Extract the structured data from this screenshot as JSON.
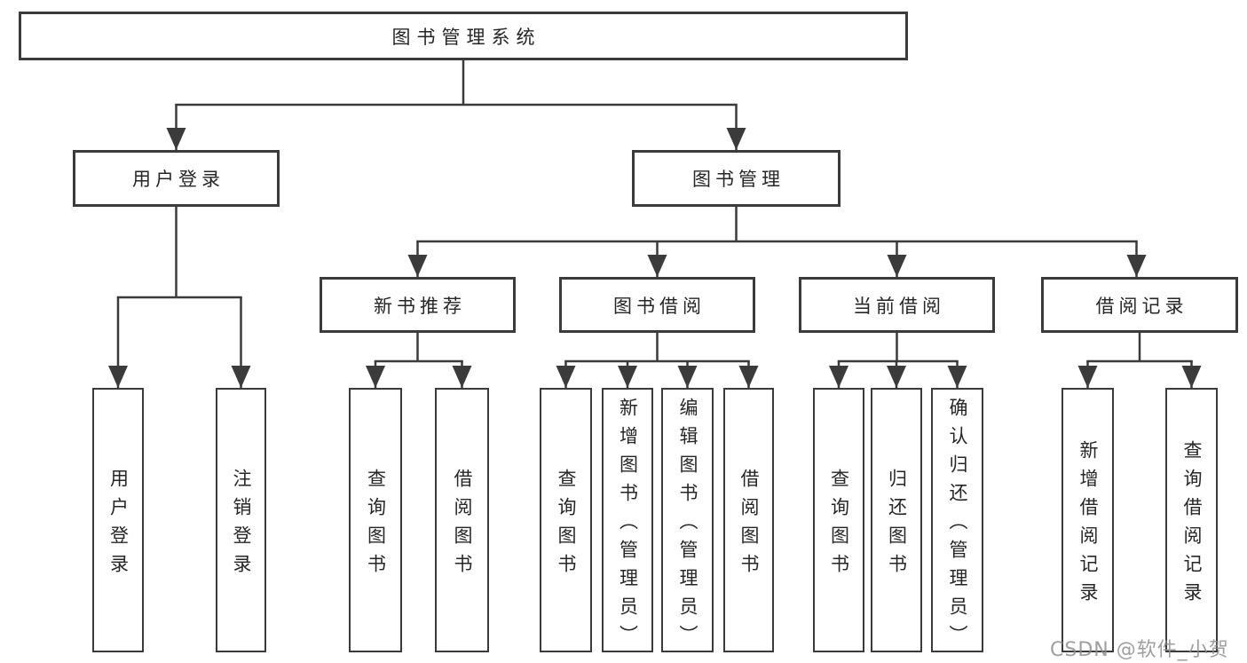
{
  "colors": {
    "background": "#ffffff",
    "line": "#3b3b3b",
    "text": "#262626",
    "watermark": "#8a8a8a"
  },
  "watermark": "CSDN @软件_小贺同学",
  "tree": {
    "label": "图书管理系统",
    "children": [
      {
        "label": "用户登录",
        "children": [
          {
            "label": "用户登录"
          },
          {
            "label": "注销登录"
          }
        ]
      },
      {
        "label": "图书管理",
        "children": [
          {
            "label": "新书推荐",
            "children": [
              {
                "label": "查询图书"
              },
              {
                "label": "借阅图书"
              }
            ]
          },
          {
            "label": "图书借阅",
            "children": [
              {
                "label": "查询图书"
              },
              {
                "label": "新增图书（管理员）"
              },
              {
                "label": "编辑图书（管理员）"
              },
              {
                "label": "借阅图书"
              }
            ]
          },
          {
            "label": "当前借阅",
            "children": [
              {
                "label": "查询图书"
              },
              {
                "label": "归还图书"
              },
              {
                "label": "确认归还（管理员）"
              }
            ]
          },
          {
            "label": "借阅记录",
            "children": [
              {
                "label": "新增借阅记录"
              },
              {
                "label": "查询借阅记录"
              }
            ]
          }
        ]
      }
    ]
  }
}
